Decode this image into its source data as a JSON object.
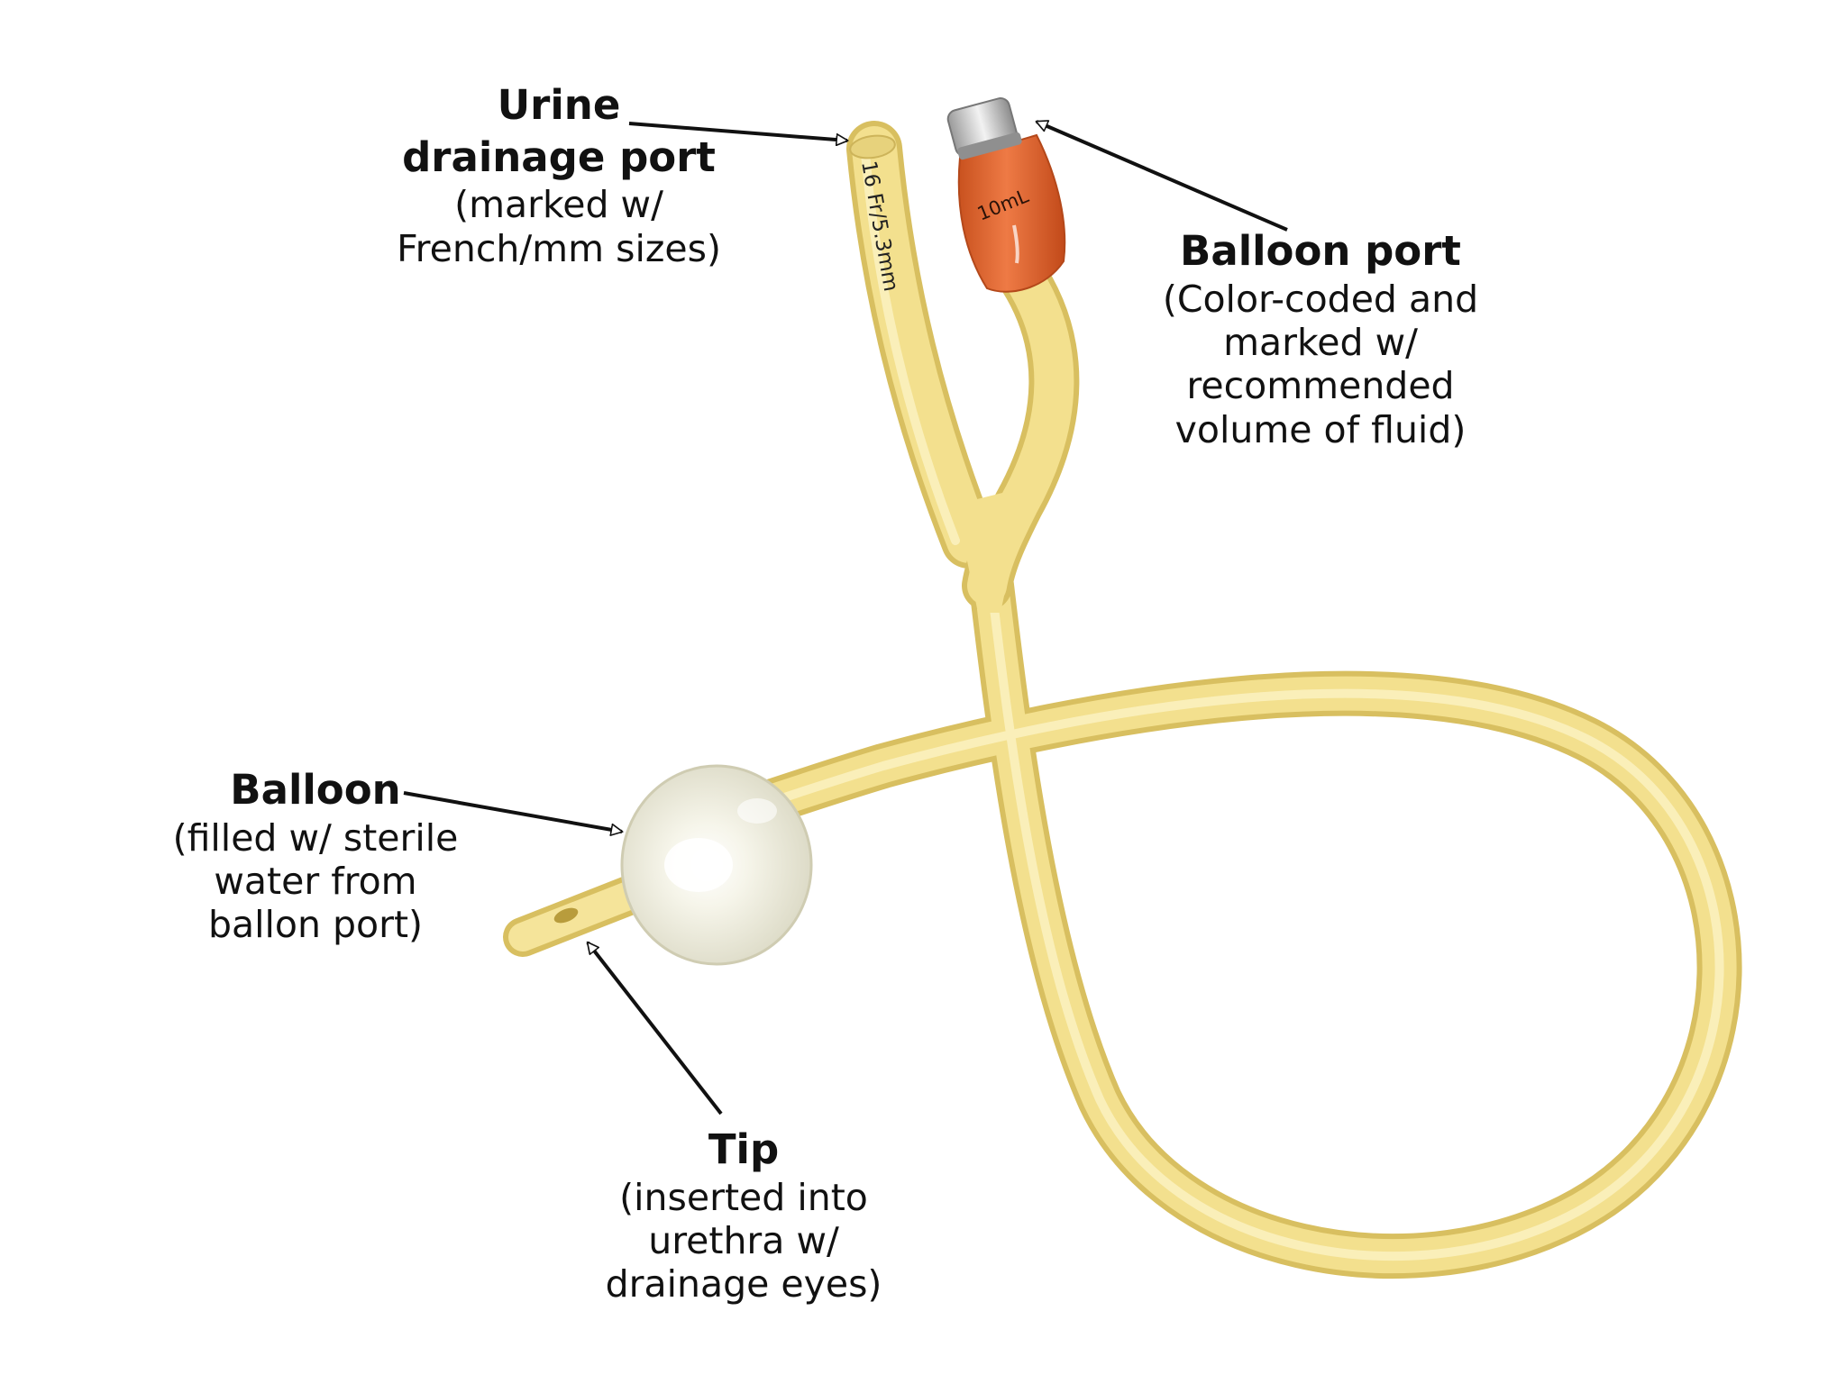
{
  "labels": {
    "urine_port": {
      "title_line1": "Urine",
      "title_line2": "drainage port",
      "desc_line1": "(marked w/",
      "desc_line2": "French/mm sizes)"
    },
    "balloon_port": {
      "title": "Balloon port",
      "desc_line1": "(Color-coded and",
      "desc_line2": "marked w/",
      "desc_line3": "recommended",
      "desc_line4": "volume of fluid)"
    },
    "balloon": {
      "title": "Balloon",
      "desc_line1": "(filled w/ sterile",
      "desc_line2": "water from",
      "desc_line3": "ballon port)"
    },
    "tip": {
      "title": "Tip",
      "desc_line1": "(inserted into",
      "desc_line2": "urethra w/",
      "desc_line3": "drainage eyes)"
    }
  },
  "catheter_markings": {
    "size": "16 Fr/5.3mm",
    "volume": "10mL"
  },
  "colors": {
    "tube": "#f3e08e",
    "tube_shadow": "#d6bd5c",
    "valve": "#e2632f",
    "balloon": "#ececdc",
    "arrow": "#111111"
  }
}
